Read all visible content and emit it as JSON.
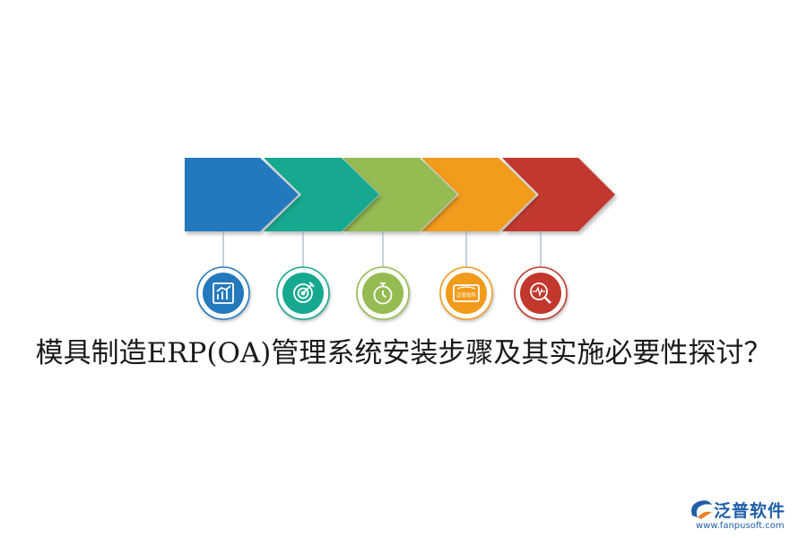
{
  "title": "模具制造ERP(OA)管理系统安装步骤及其实施必要性探讨？",
  "steps": [
    {
      "color": "#2479bd",
      "icon": "bar-chart-icon"
    },
    {
      "color": "#16a98f",
      "icon": "target-icon"
    },
    {
      "color": "#96bb52",
      "icon": "stopwatch-icon"
    },
    {
      "color": "#f29b1a",
      "icon": "sign-board-icon",
      "icon_text": "泛普软件"
    },
    {
      "color": "#c2382d",
      "icon": "magnifier-pulse-icon"
    }
  ],
  "logo": {
    "name": "泛普软件",
    "url": "www.fanpusoft.com",
    "color": "#1f5fa8"
  }
}
